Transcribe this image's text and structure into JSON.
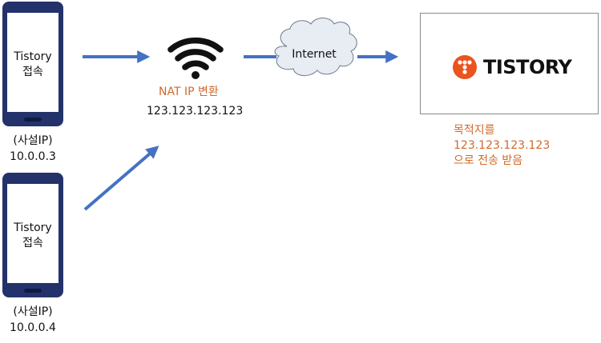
{
  "phones": [
    {
      "label_line1": "Tistory",
      "label_line2": "접속",
      "caption_line1": "(사설IP)",
      "caption_line2": "10.0.0.3"
    },
    {
      "label_line1": "Tistory",
      "label_line2": "접속",
      "caption_line1": "(사설IP)",
      "caption_line2": "10.0.0.4"
    }
  ],
  "router": {
    "icon": "wifi-icon",
    "nat_label": "NAT IP 변환",
    "public_ip": "123.123.123.123"
  },
  "cloud": {
    "label": "Internet"
  },
  "destination": {
    "logo_text": "TISTORY",
    "note_line1": "목적지를",
    "note_line2": "123.123.123.123",
    "note_line3": "으로 전송 받음"
  },
  "colors": {
    "arrow": "#4472c4",
    "phone_body": "#24326b",
    "accent_orange": "#d0692a",
    "cloud_fill": "#e8ecf3",
    "logo_orange": "#eb531f"
  }
}
